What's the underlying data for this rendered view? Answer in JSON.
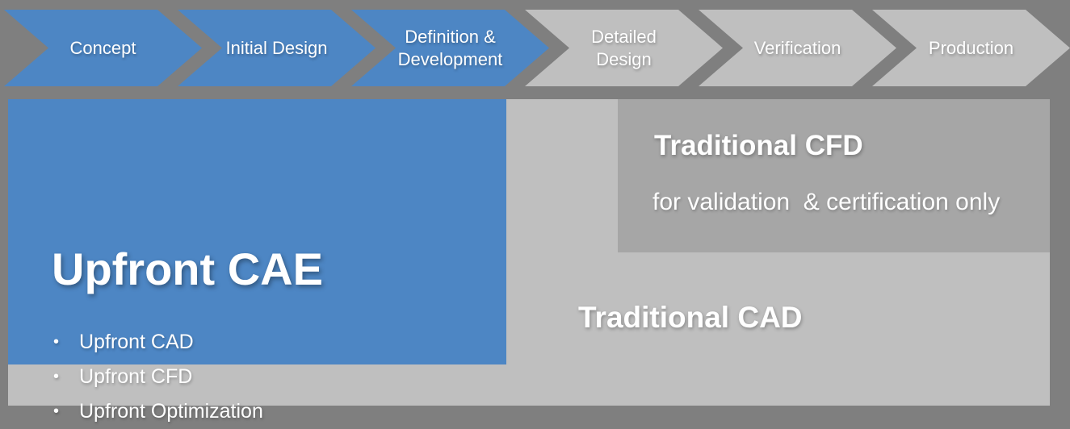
{
  "slide": {
    "background_color": "#7F7F7F",
    "panel_color": "#BFBFBF"
  },
  "process": {
    "active_color": "#4D86C4",
    "inactive_color": "#BFBFBF",
    "steps": [
      {
        "label": "Concept",
        "state": "active"
      },
      {
        "label": "Initial Design",
        "state": "active"
      },
      {
        "label": "Definition &\nDevelopment",
        "state": "active"
      },
      {
        "label": "Detailed\nDesign",
        "state": "inactive"
      },
      {
        "label": "Verification",
        "state": "inactive"
      },
      {
        "label": "Production",
        "state": "inactive"
      }
    ]
  },
  "upfront_cae": {
    "title": "Upfront CAE",
    "color": "#4D86C4",
    "bullet_glyph": "•",
    "bullets": [
      "Upfront CAD",
      "Upfront CFD",
      "Upfront Optimization"
    ]
  },
  "traditional_cfd": {
    "title": "Traditional CFD",
    "subtitle": "for validation  & certification only",
    "color": "#A6A6A6"
  },
  "traditional_cad": {
    "title": "Traditional CAD"
  }
}
